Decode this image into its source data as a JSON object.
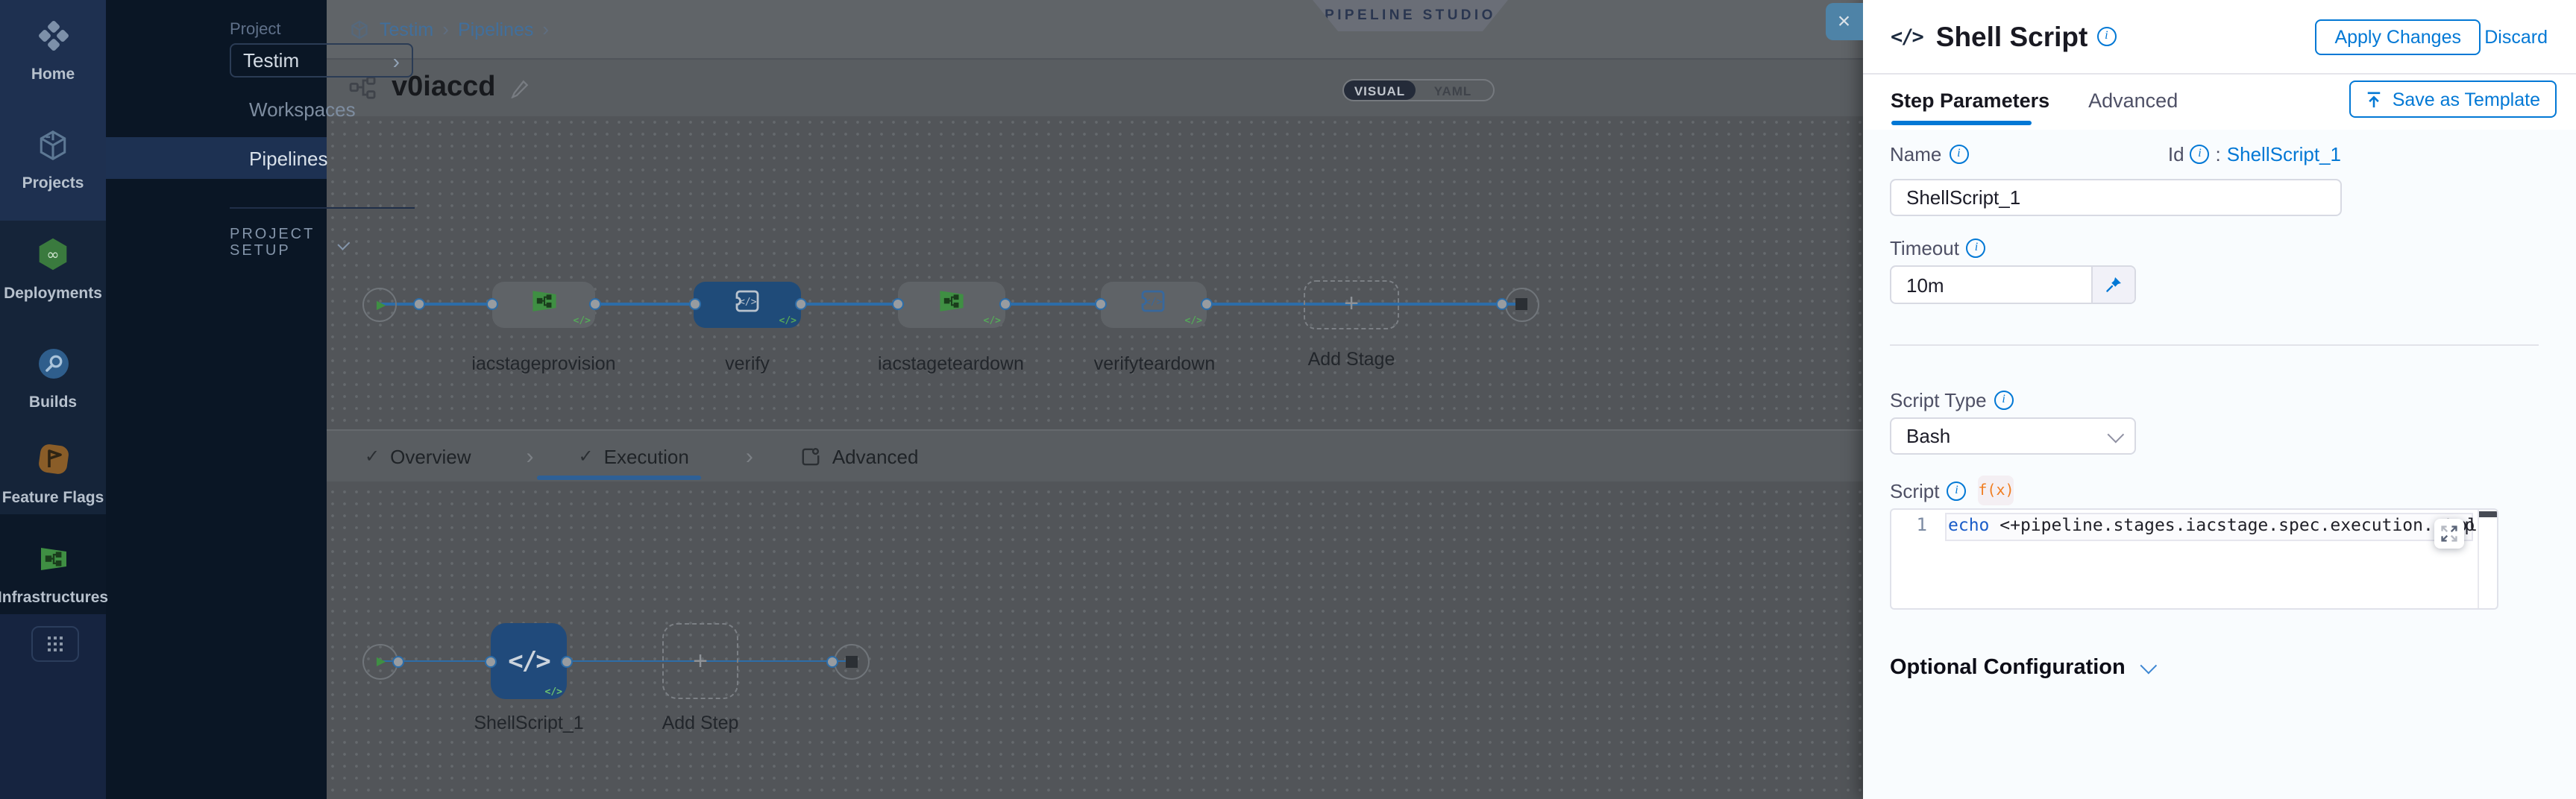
{
  "sidebar": {
    "items": [
      {
        "label": "Home"
      },
      {
        "label": "Projects"
      },
      {
        "label": "Deployments"
      },
      {
        "label": "Builds"
      },
      {
        "label": "Feature Flags"
      },
      {
        "label": "Infrastructures"
      }
    ]
  },
  "project_nav": {
    "section_label": "Project",
    "project_name": "Testim",
    "items": [
      {
        "label": "Workspaces"
      },
      {
        "label": "Pipelines"
      }
    ],
    "setup_label": "PROJECT SETUP"
  },
  "breadcrumb": {
    "items": [
      {
        "label": "Testim"
      },
      {
        "label": "Pipelines"
      }
    ]
  },
  "header": {
    "pipeline_name": "v0iaccd",
    "studio_badge": "PIPELINE STUDIO",
    "view_toggle": {
      "visual": "VISUAL",
      "yaml": "YAML",
      "selected": "VISUAL"
    }
  },
  "stage_graph": {
    "stages": [
      {
        "label": "iacstageprovision",
        "type": "infrastructure",
        "selected": false
      },
      {
        "label": "verify",
        "type": "custom",
        "selected": true
      },
      {
        "label": "iacstageteardown",
        "type": "infrastructure",
        "selected": false
      },
      {
        "label": "verifyteardown",
        "type": "custom",
        "selected": false
      }
    ],
    "add_stage_label": "Add Stage"
  },
  "canvas_tabs": {
    "overview": "Overview",
    "execution": "Execution",
    "advanced": "Advanced",
    "active": "Execution"
  },
  "execution_graph": {
    "steps": [
      {
        "label": "ShellScript_1"
      }
    ],
    "add_step_label": "Add Step"
  },
  "drawer": {
    "title": "Shell Script",
    "apply_label": "Apply Changes",
    "discard_label": "Discard",
    "tabs": {
      "step_parameters": "Step Parameters",
      "advanced": "Advanced"
    },
    "save_as_template_label": "Save as Template",
    "fields": {
      "name_label": "Name",
      "name_value": "ShellScript_1",
      "id_label": "Id",
      "id_separator": ":",
      "id_value": "ShellScript_1",
      "timeout_label": "Timeout",
      "timeout_value": "10m",
      "script_type_label": "Script Type",
      "script_type_value": "Bash",
      "script_label": "Script",
      "fx_badge": "f(x)"
    },
    "editor": {
      "line_number": "1",
      "code_keyword": "echo",
      "code_text": " <+pipeline.stages.iacstage.spec.execution.step",
      "code_tail": "ppl"
    },
    "optional_configuration_label": "Optional Configuration"
  },
  "colors": {
    "accent_blue": "#0278d5",
    "selected_node_blue": "#1f4b79",
    "stage_icon_green": "#3f8f43",
    "close_button_blue": "#4e83a7",
    "sidebar_navy": "#152439"
  }
}
